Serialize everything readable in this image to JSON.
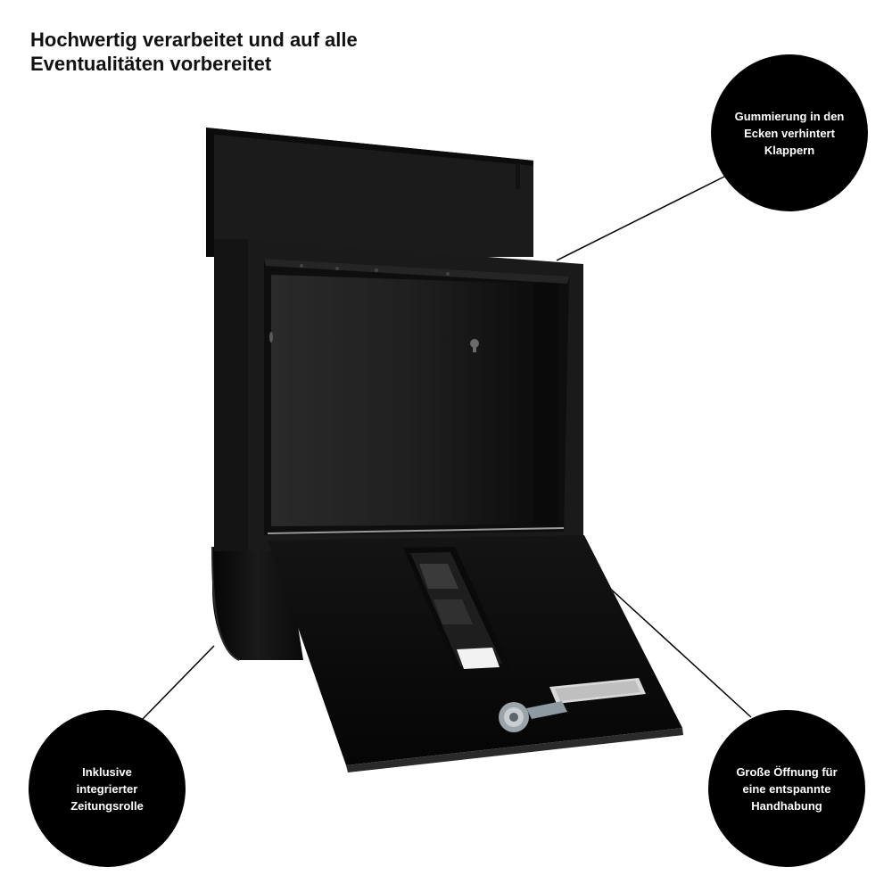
{
  "headline": {
    "line1": "Hochwertig verarbeitet und auf alle",
    "line2": "Eventualitäten vorbereitet"
  },
  "callouts": [
    {
      "lines": [
        "Gummierung in den",
        "Ecken verhintert",
        "Klappern"
      ]
    },
    {
      "lines": [
        "Inklusive",
        "integrierter",
        "Zeitungsrolle"
      ]
    },
    {
      "lines": [
        "Große Öffnung für",
        "eine entspannte",
        "Handhabung"
      ]
    }
  ],
  "colors": {
    "background": "#ffffff",
    "bubble": "#000000",
    "bubble_text": "#ffffff",
    "mailbox": "#1b1b1b"
  }
}
